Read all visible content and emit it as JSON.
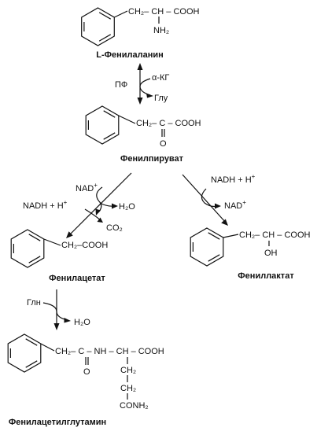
{
  "compounds": {
    "phenylalanine": {
      "name": "L-Фенилаланин",
      "chain": "CH₂– CH – COOH",
      "sub": "NH₂"
    },
    "phenylpyruvate": {
      "name": "Фенилпируват",
      "chain": "CH₂– C – COOH",
      "sub": "O"
    },
    "phenylacetate": {
      "name": "Фенилацетат",
      "chain": "CH₂–COOH"
    },
    "phenyllactate": {
      "name": "Фениллактат",
      "chain": "CH₂– CH – COOH",
      "sub": "OH"
    },
    "phenylacetylglutamine": {
      "name": "Фенилацетилглутамин",
      "chain": "CH₂– C – NH – CH – COOH",
      "sub_o": "O",
      "sub_ch2_a": "CH₂",
      "sub_ch2_b": "CH₂",
      "sub_conh2": "CONH₂"
    }
  },
  "reactions": {
    "transamination": {
      "enzyme": "ПФ",
      "reactant": "α-КГ",
      "product": "Глу"
    },
    "decarboxylation": {
      "cofactor_in": "NAD",
      "cofactor_in_sup": "+",
      "reductant": "NADH + H",
      "reductant_sup": "+",
      "water": "H₂O",
      "co2": "CO₂"
    },
    "reduction": {
      "reductant": "NADH + H",
      "reductant_sup": "+",
      "cofactor_out": "NAD",
      "cofactor_out_sup": "+"
    },
    "conjugation": {
      "reactant": "Глн",
      "water": "H₂O"
    }
  }
}
